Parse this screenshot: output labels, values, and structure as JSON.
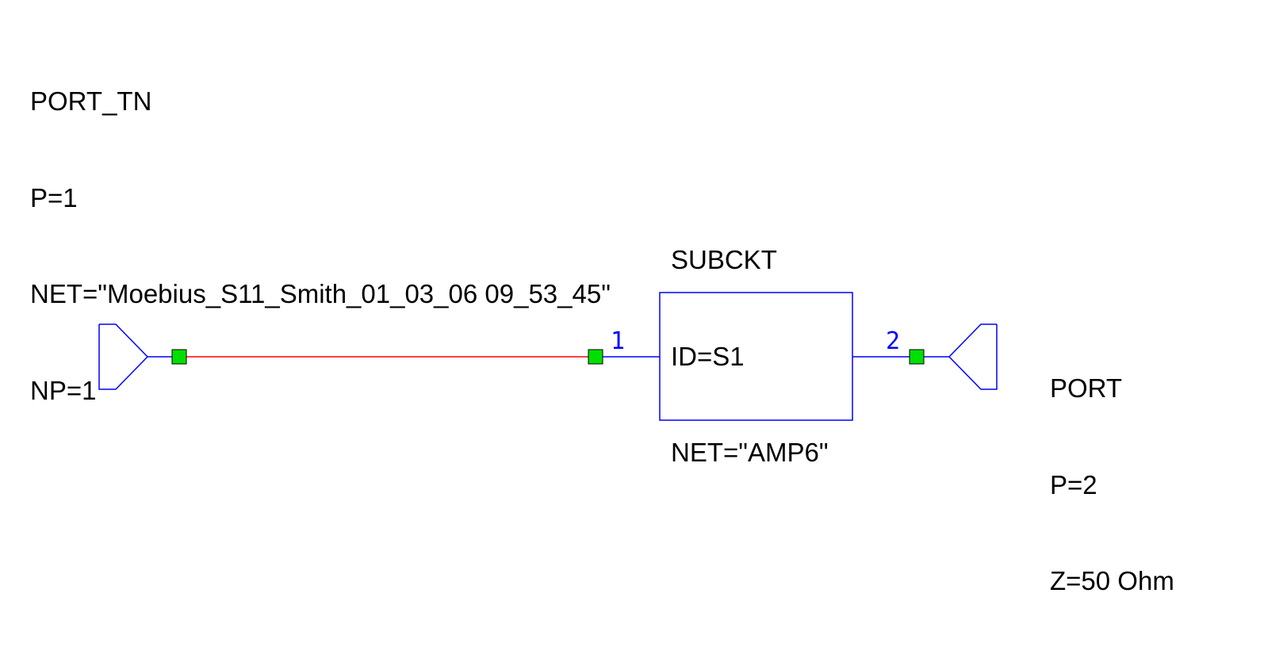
{
  "schematic": {
    "port_tn": {
      "lines": [
        "PORT_TN",
        "P=1",
        "NET=\"Moebius_S11_Smith_01_03_06 09_53_45\"",
        "NP=1"
      ]
    },
    "subckt": {
      "lines": [
        "SUBCKT",
        "ID=S1",
        "NET=\"AMP6\""
      ],
      "pins": [
        "1",
        "2"
      ]
    },
    "port": {
      "lines": [
        "PORT",
        "P=2",
        "Z=50 Ohm"
      ]
    }
  },
  "colors": {
    "wire": "#ff0000",
    "symbol": "#0000ff",
    "node": "#00e000",
    "text": "#000000"
  }
}
